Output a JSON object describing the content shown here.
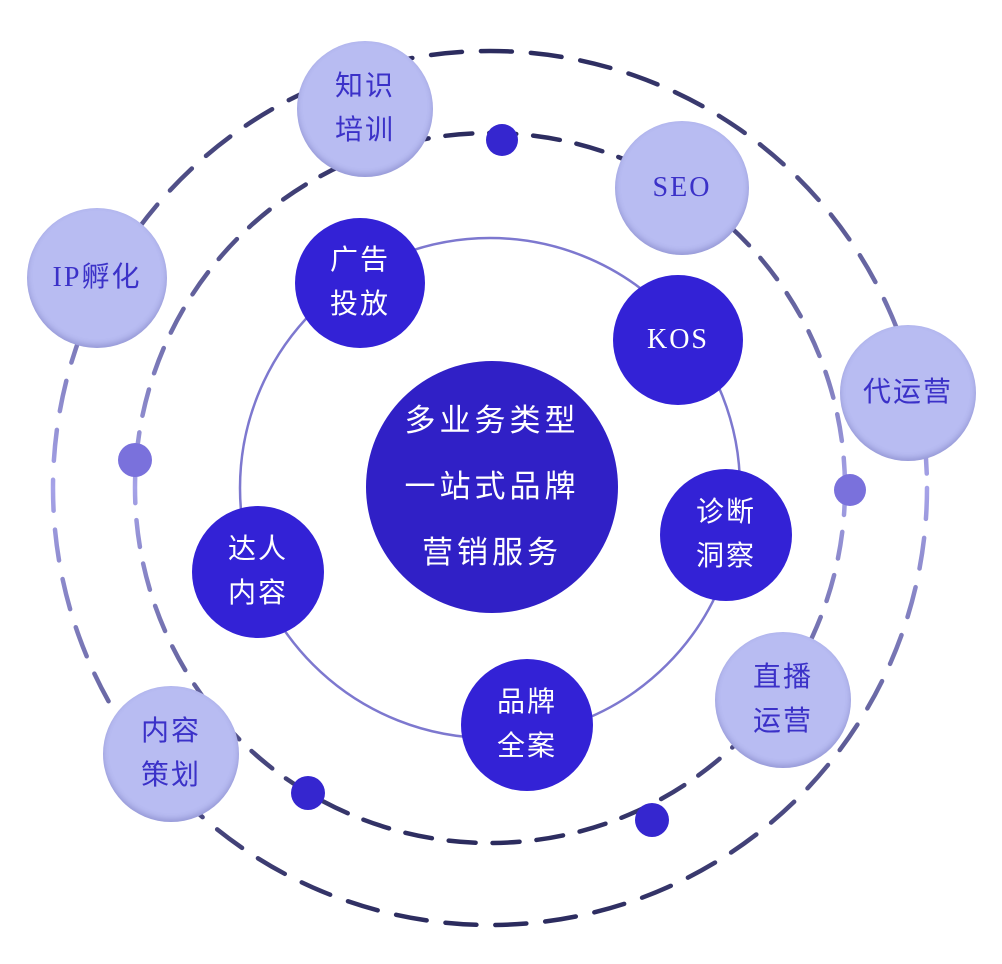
{
  "center": {
    "lines": {
      "l1": "多业务类型",
      "l2": "一站式品牌",
      "l3": "营销服务"
    }
  },
  "inner_nodes": [
    {
      "id": "ad",
      "line1": "广告",
      "line2": "投放"
    },
    {
      "id": "kos",
      "line1": "KOS"
    },
    {
      "id": "diag",
      "line1": "诊断",
      "line2": "洞察"
    },
    {
      "id": "brand",
      "line1": "品牌",
      "line2": "全案"
    },
    {
      "id": "daren",
      "line1": "达人",
      "line2": "内容"
    }
  ],
  "outer_nodes": [
    {
      "id": "knowledge",
      "line1": "知识",
      "line2": "培训"
    },
    {
      "id": "seo",
      "line1": "SEO"
    },
    {
      "id": "agent",
      "line1": "代运营"
    },
    {
      "id": "live",
      "line1": "直播",
      "line2": "运营"
    },
    {
      "id": "plan",
      "line1": "内容",
      "line2": "策划"
    },
    {
      "id": "ip",
      "line1": "IP孵化"
    }
  ],
  "colors": {
    "center_fill": "#3020C6",
    "satellite_fill": "#3322D6",
    "light_fill": "#B8BCF2",
    "light_text": "#3B31C8",
    "inner_ring": "#7D78CF",
    "dash_dark": "#2B2B5E",
    "dash_light": "#A5A2E8",
    "dot_dark": "#3526CF",
    "dot_light": "#7A71DC"
  }
}
